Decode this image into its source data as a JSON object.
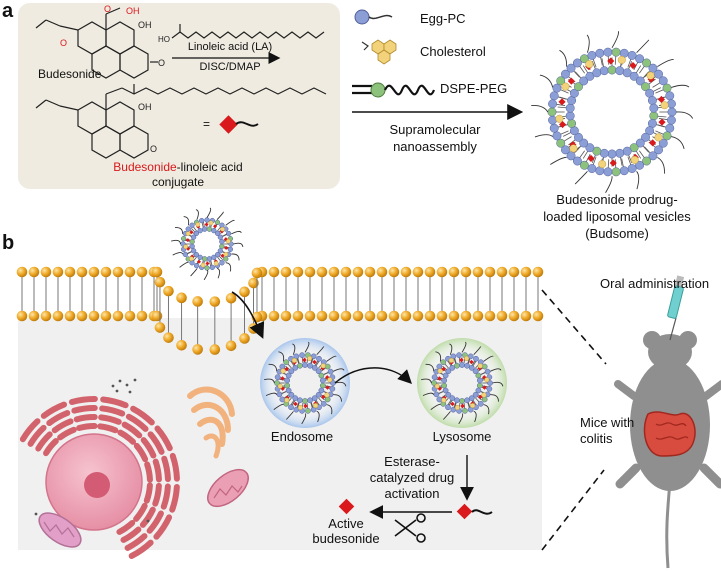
{
  "panel_a": {
    "letter": "a",
    "budesonide_label": "Budesonide",
    "reagent_top": "Linoleic acid (LA)",
    "reagent_bottom": "DISC/DMAP",
    "conjugate_red": "Budesonide",
    "conjugate_rest": "-linoleic acid",
    "conjugate_line2": "conjugate",
    "equals": "=",
    "legend": {
      "egg_pc": "Egg-PC",
      "cholesterol": "Cholesterol",
      "dspe_peg": "DSPE-PEG"
    },
    "arrow_caption_1": "Supramolecular",
    "arrow_caption_2": "nanoassembly",
    "product_line1": "Budesonide prodrug-",
    "product_line2": "loaded liposomal vesicles",
    "product_line3": "(Budsome)"
  },
  "panel_b": {
    "letter": "b",
    "endosome": "Endosome",
    "lysosome": "Lysosome",
    "activation_1": "Esterase-",
    "activation_2": "catalyzed drug",
    "activation_3": "activation",
    "active_1": "Active",
    "active_2": "budesonide",
    "oral": "Oral administration",
    "mice_1": "Mice with",
    "mice_2": "colitis"
  },
  "colors": {
    "panel_a_bg": "#efebe0",
    "lipid_head": "#e8a01a",
    "drug_red": "#d9191c",
    "egg_pc_blue": "#8c9ed6",
    "cholesterol_yellow": "#f2d27a",
    "dspe_green": "#8dc27c",
    "cell_bg": "#f0f0f0",
    "mouse_gray": "#8f8f8f"
  }
}
